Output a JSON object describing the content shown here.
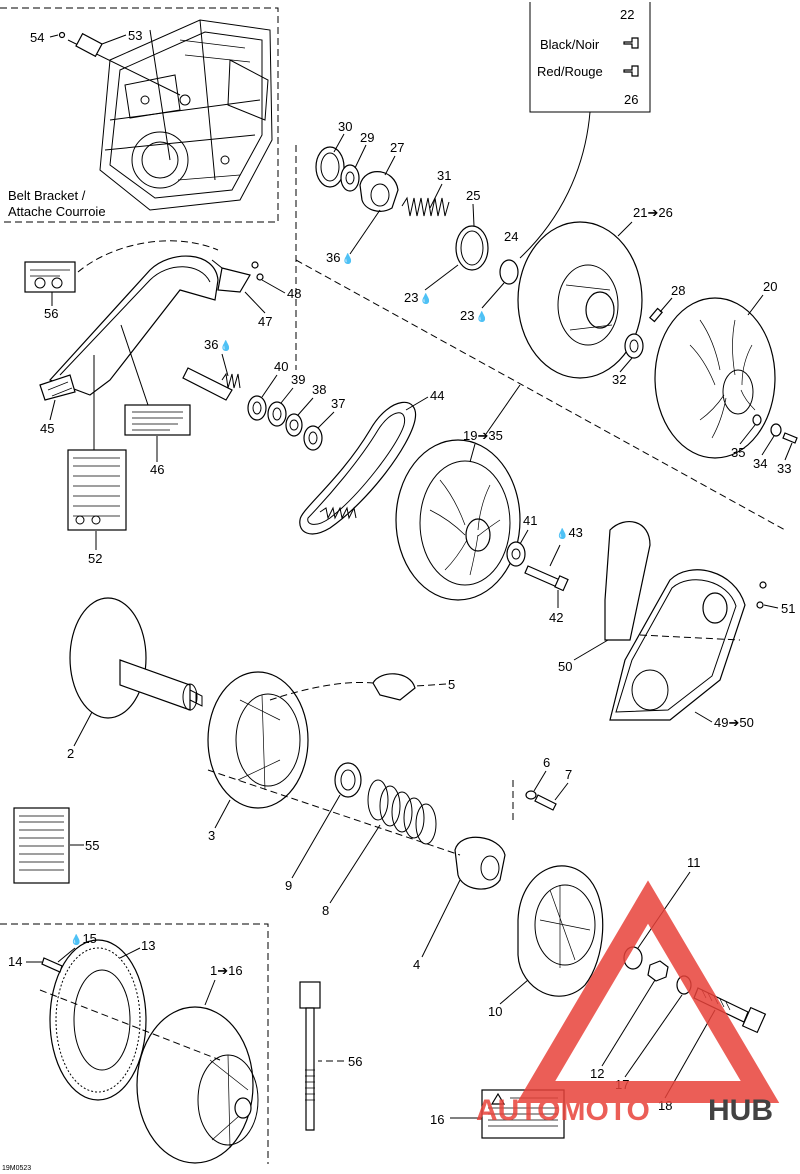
{
  "inset_belt_bracket": {
    "label_line1": "Belt Bracket /",
    "label_line2": "Attache Courroie",
    "callouts": [
      "54",
      "53"
    ]
  },
  "inset_color_legend": {
    "top_ref": "22",
    "black_label": "Black/Noir",
    "red_label": "Red/Rouge",
    "bottom_ref": "26"
  },
  "callouts": {
    "c30": "30",
    "c29": "29",
    "c27": "27",
    "c31": "31",
    "c25": "25",
    "c24": "24",
    "c21": "21➔26",
    "c28": "28",
    "c20": "20",
    "c36a": "36",
    "c23a": "23",
    "c23b": "23",
    "c32": "32",
    "c35": "35",
    "c34": "34",
    "c33": "33",
    "c56a": "56",
    "c47": "47",
    "c48": "48",
    "c45": "45",
    "c46": "46",
    "c52": "52",
    "c36b": "36",
    "c40": "40",
    "c39": "39",
    "c38": "38",
    "c37": "37",
    "c44": "44",
    "c19": "19➔35",
    "c41": "41",
    "c43": "43",
    "c42": "42",
    "c51": "51",
    "c50": "50",
    "c49": "49➔50",
    "c5": "5",
    "c2": "2",
    "c3": "3",
    "c55": "55",
    "c9": "9",
    "c8": "8",
    "c6": "6",
    "c7": "7",
    "c4": "4",
    "c11": "11",
    "c10": "10",
    "c12": "12",
    "c17": "17",
    "c18": "18",
    "c16b": "16",
    "c14": "14",
    "c15": "15",
    "c13": "13",
    "c1": "1➔16",
    "c56b": "56"
  },
  "drop_symbol": "💧",
  "drawing_number": "19M0523",
  "watermark": {
    "brand_left": "AUTOMOTO",
    "brand_right": "HUB",
    "color_red": "#e8423a",
    "color_black": "#222222"
  }
}
